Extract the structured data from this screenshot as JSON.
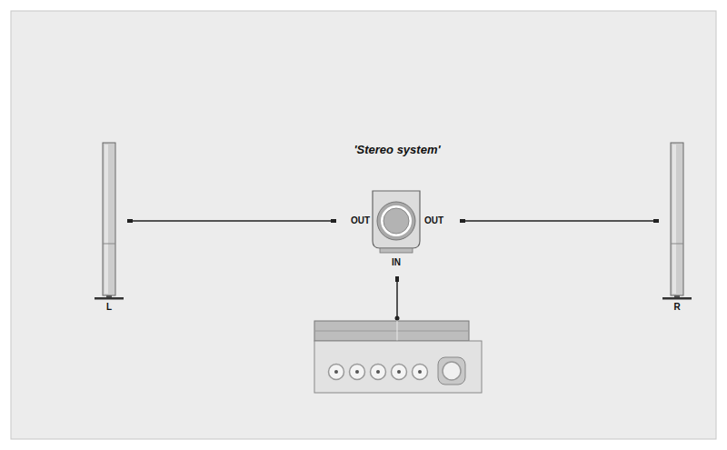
{
  "diagram": {
    "title": "'Stereo system'",
    "nodes": [
      {
        "text": [
          "L"
        ]
      },
      {
        "text": [
          "OUT",
          "OUT",
          "IN"
        ]
      },
      {
        "text": [
          "R"
        ]
      }
    ],
    "edges": [
      {
        "from": 0,
        "to": 1,
        "arrow": "none"
      },
      {
        "from": 1,
        "to": 2,
        "arrow": "none"
      }
    ]
  }
}
